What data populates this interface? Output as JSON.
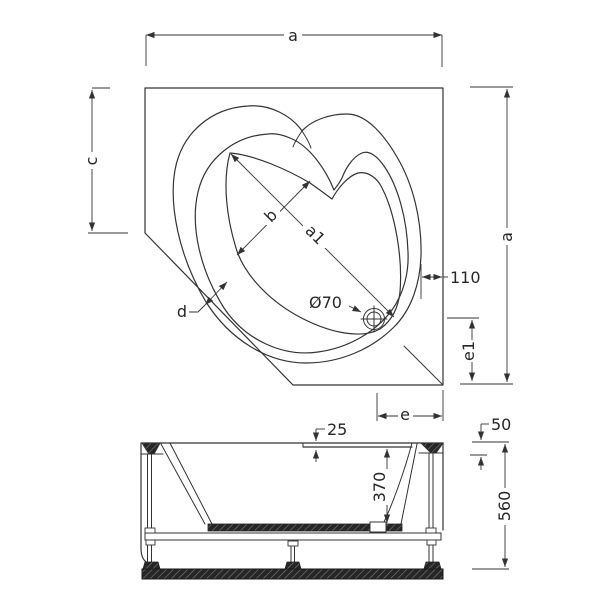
{
  "drawing": {
    "type": "bathtub-dimension-drawing",
    "top_view": {
      "labels": {
        "overall_width": "a",
        "side_to_corner": "c",
        "overall_depth": "a",
        "rim_to_edge": "110",
        "drain_diameter": "Ø70",
        "basin_width": "b",
        "basin_length": "a1",
        "apron_width": "d",
        "drain_to_edge_x": "e",
        "drain_to_edge_y": "e1"
      }
    },
    "front_view": {
      "labels": {
        "ledge_drop": "25",
        "rim_band_height": "50",
        "inner_depth": "370",
        "overall_height": "560"
      }
    },
    "colors": {
      "line": "#333333",
      "text": "#262626",
      "hatch_dark": "#262626",
      "background": "#ffffff"
    }
  }
}
